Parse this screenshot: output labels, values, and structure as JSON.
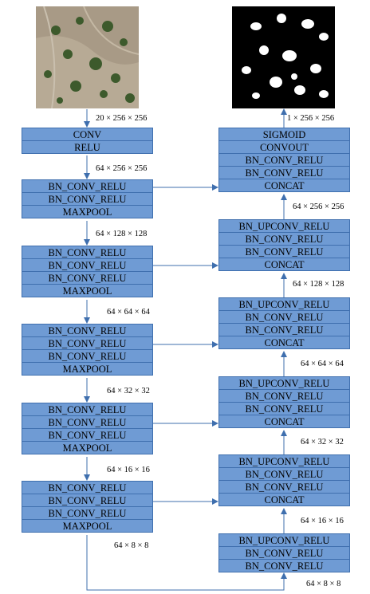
{
  "colors": {
    "block_fill": "#6f9bd4",
    "block_border": "#3f6fae",
    "arrow": "#3f6fae"
  },
  "images": {
    "input": "aerial-satellite-image",
    "output": "binary-tree-segmentation-mask"
  },
  "encoder": [
    {
      "id": "enc0",
      "layers": [
        "CONV",
        "RELU"
      ]
    },
    {
      "id": "enc1",
      "layers": [
        "BN_CONV_RELU",
        "BN_CONV_RELU",
        "MAXPOOL"
      ]
    },
    {
      "id": "enc2",
      "layers": [
        "BN_CONV_RELU",
        "BN_CONV_RELU",
        "BN_CONV_RELU",
        "MAXPOOL"
      ]
    },
    {
      "id": "enc3",
      "layers": [
        "BN_CONV_RELU",
        "BN_CONV_RELU",
        "BN_CONV_RELU",
        "MAXPOOL"
      ]
    },
    {
      "id": "enc4",
      "layers": [
        "BN_CONV_RELU",
        "BN_CONV_RELU",
        "BN_CONV_RELU",
        "MAXPOOL"
      ]
    },
    {
      "id": "enc5",
      "layers": [
        "BN_CONV_RELU",
        "BN_CONV_RELU",
        "BN_CONV_RELU",
        "MAXPOOL"
      ]
    }
  ],
  "decoder": [
    {
      "id": "dec0",
      "layers": [
        "SIGMOID",
        "CONVOUT",
        "BN_CONV_RELU",
        "BN_CONV_RELU",
        "CONCAT"
      ]
    },
    {
      "id": "dec1",
      "layers": [
        "BN_UPCONV_RELU",
        "BN_CONV_RELU",
        "BN_CONV_RELU",
        "CONCAT"
      ]
    },
    {
      "id": "dec2",
      "layers": [
        "BN_UPCONV_RELU",
        "BN_CONV_RELU",
        "BN_CONV_RELU",
        "CONCAT"
      ]
    },
    {
      "id": "dec3",
      "layers": [
        "BN_UPCONV_RELU",
        "BN_CONV_RELU",
        "BN_CONV_RELU",
        "CONCAT"
      ]
    },
    {
      "id": "dec4",
      "layers": [
        "BN_UPCONV_RELU",
        "BN_CONV_RELU",
        "BN_CONV_RELU",
        "CONCAT"
      ]
    },
    {
      "id": "dec5",
      "layers": [
        "BN_UPCONV_RELU",
        "BN_CONV_RELU",
        "BN_CONV_RELU"
      ]
    }
  ],
  "dims": {
    "input": "20 × 256 × 256",
    "enc0": "64 × 256 × 256",
    "enc1": "64 × 128 × 128",
    "enc2": "64 × 64 × 64",
    "enc3": "64 × 32 × 32",
    "enc4": "64 × 16 × 16",
    "enc5": "64 × 8 × 8",
    "bottom": "64 × 8 × 8",
    "dec4": "64 × 16 × 16",
    "dec3": "64 × 32 × 32",
    "dec2": "64 × 64 × 64",
    "dec1": "64 × 128 × 128",
    "dec0": "64 × 256 × 256",
    "output": "1 × 256 × 256"
  }
}
